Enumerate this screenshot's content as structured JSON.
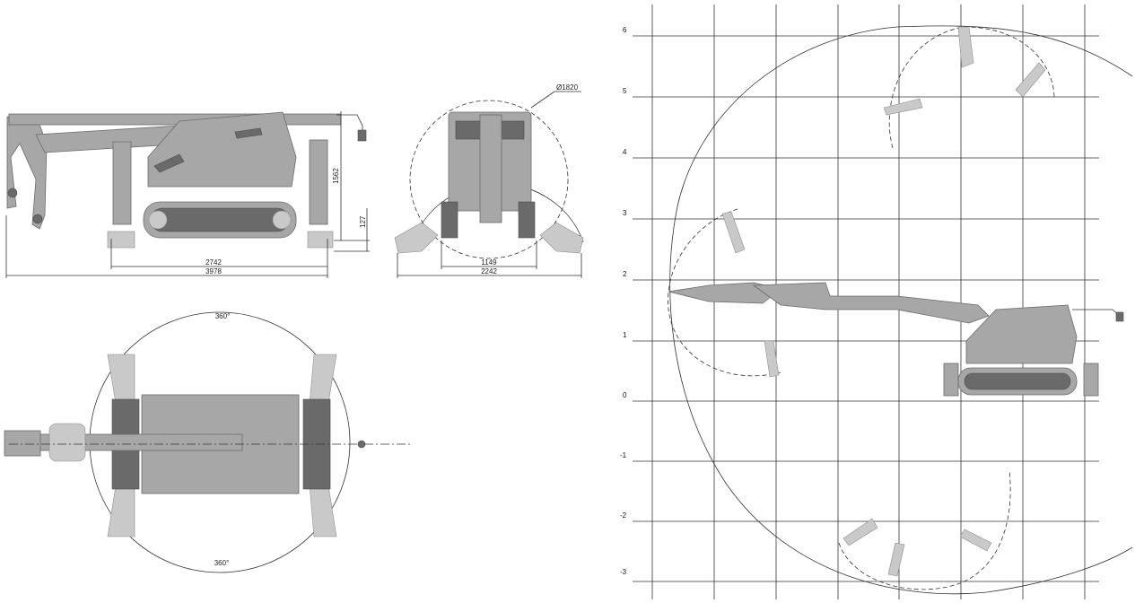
{
  "side_view": {
    "dim_height": "1562",
    "dim_ground": "127",
    "dim_track_length": "2742",
    "dim_total_length": "3978"
  },
  "front_view": {
    "dim_diameter": "Ø1820",
    "dim_track_width": "1149",
    "dim_outrigger_width": "2242"
  },
  "top_view": {
    "rotation_top": "360°",
    "rotation_bottom": "360°"
  },
  "reach_chart": {
    "y_ticks": [
      "6",
      "5",
      "4",
      "3",
      "2",
      "1",
      "0",
      "-1",
      "-2",
      "-3"
    ]
  }
}
